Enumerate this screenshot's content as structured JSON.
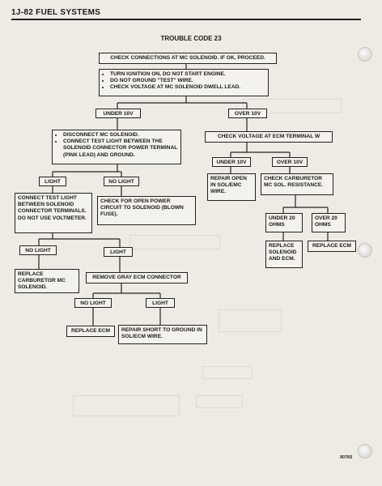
{
  "header": {
    "page_label": "1J-82   FUEL SYSTEMS"
  },
  "diagram": {
    "title": "TROUBLE CODE 23",
    "nodes": {
      "check_connections": "CHECK CONNECTIONS AT MC SOLENOID.  IF OK, PROCEED.",
      "step1_items": [
        "TURN IGNITION ON, DO NOT START ENGINE.",
        "DO NOT GROUND \"TEST\" WIRE.",
        "CHECK VOLTAGE AT MC SOLENOID DWELL LEAD."
      ],
      "under_10v_a": "UNDER 10V",
      "over_10v_a": "OVER 10V",
      "disconnect_items": [
        "DISCONNECT MC SOLENOID.",
        "CONNECT TEST LIGHT BETWEEN THE SOLENOID CONNECTOR POWER TERMINAL (PINK LEAD) AND GROUND."
      ],
      "check_ecm_w": "CHECK VOLTAGE AT ECM TERMINAL W",
      "light_a": "LIGHT",
      "no_light_a": "NO LIGHT",
      "under_10v_b": "UNDER 10V",
      "over_10v_b": "OVER 10V",
      "connect_test_light": "CONNECT TEST LIGHT BETWEEN SOLENOID CONNECTOR TERMINALS.  DO NOT USE VOLTMETER.",
      "check_open_power": "CHECK FOR OPEN POWER CIRCUIT TO SOLENOID (BLOWN FUSE).",
      "repair_open": "REPAIR OPEN IN SOL/EMC WIRE.",
      "check_carb": "CHECK CARBURETOR MC SOL.  RESISTANCE.",
      "under_20": "UNDER 20 OHMS",
      "over_20": "OVER 20 OHMS",
      "no_light_b": "NO LIGHT",
      "light_b": "LIGHT",
      "replace_solenoid": "REPLACE SOLENOID AND ECM.",
      "replace_ecm_a": "REPLACE ECM",
      "replace_carb": "REPLACE CARBURETOR MC SOLENOID.",
      "remove_gray": "REMOVE GRAY ECM CONNECTOR",
      "no_light_c": "NO LIGHT",
      "light_c": "LIGHT",
      "replace_ecm_b": "REPLACE ECM",
      "repair_short": "REPAIR SHORT TO GROUND IN SOL/ECM WIRE."
    }
  },
  "figure_number": "90765"
}
